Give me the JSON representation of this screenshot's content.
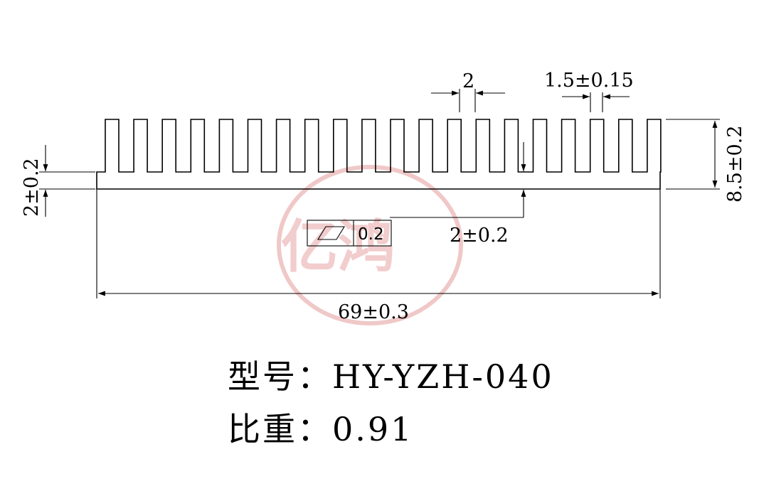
{
  "colors": {
    "line": "#000000",
    "watermark": "#e6a0a0"
  },
  "watermark": {
    "text": "亿鸿"
  },
  "dimensions": {
    "fin_pitch": "2",
    "fin_thickness": "1.5±0.15",
    "total_height": "8.5±0.2",
    "base_thickness_left": "2±0.2",
    "base_thickness_inner": "2±0.2",
    "total_width": "69±0.3"
  },
  "flatness": {
    "symbol": "flatness",
    "tolerance": "0.2"
  },
  "info": {
    "model_label": "型号：",
    "model_value": "HY-YZH-040",
    "density_label": "比重：",
    "density_value": "0.91"
  }
}
